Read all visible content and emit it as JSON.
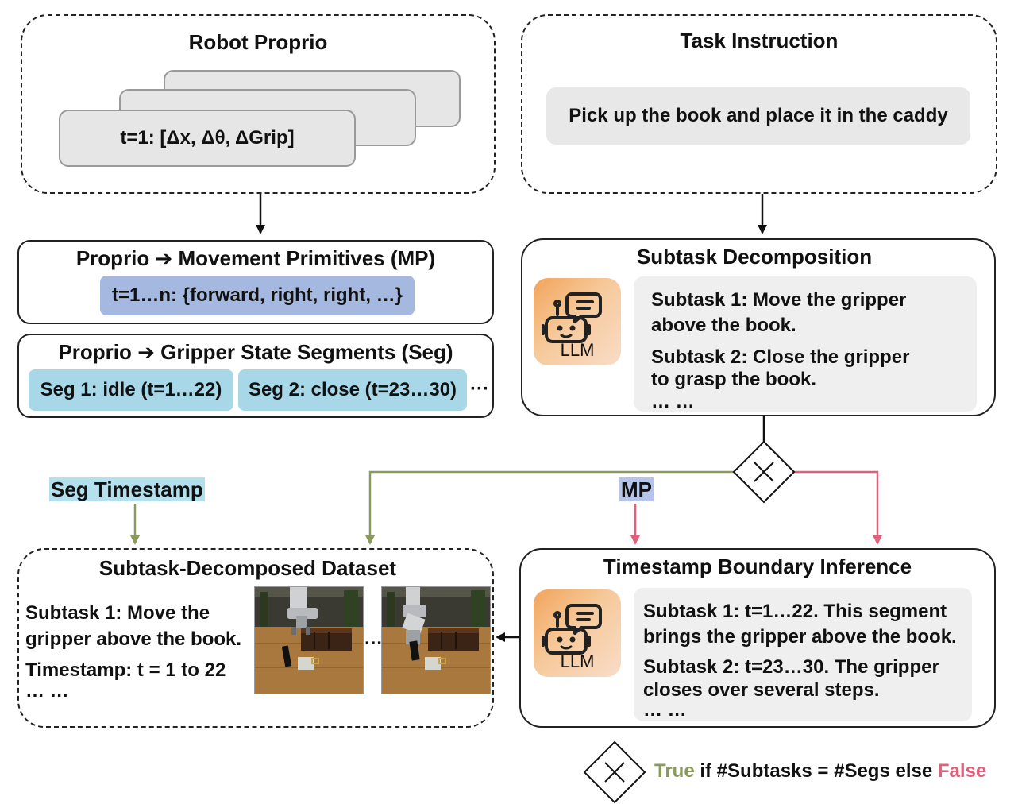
{
  "robot_proprio": {
    "title": "Robot Proprio",
    "card_text": "t=1: [Δx, Δθ, ΔGrip]"
  },
  "task_instruction": {
    "title": "Task Instruction",
    "text": "Pick up the book and place it in the caddy"
  },
  "mp_box": {
    "title": "Proprio ➔ Movement Primitives (MP)",
    "content": "t=1…n: {forward, right, right, …}"
  },
  "seg_box": {
    "title": "Proprio ➔ Gripper State Segments (Seg)",
    "seg1": "Seg 1: idle (t=1…22)",
    "seg2": "Seg 2: close (t=23…30)",
    "more": "···"
  },
  "subtask_decomp": {
    "title": "Subtask Decomposition",
    "llm_label": "LLM",
    "line1": "Subtask 1: Move the gripper",
    "line2": "above the book.",
    "line3": "Subtask 2: Close the gripper",
    "line4": "to grasp the book.",
    "line5": "… …"
  },
  "labels": {
    "seg_timestamp": "Seg Timestamp",
    "mp": "MP"
  },
  "dataset": {
    "title": "Subtask-Decomposed Dataset",
    "line1": "Subtask 1: Move the",
    "line2": "gripper above the book.",
    "line3": "Timestamp: t = 1 to 22",
    "line4": "… …",
    "frames_ellipsis": "…"
  },
  "boundary": {
    "title": "Timestamp Boundary Inference",
    "llm_label": "LLM",
    "line1": "Subtask 1: t=1…22. This segment",
    "line2": "brings the gripper above the book.",
    "line3": "Subtask 2: t=23…30. The gripper",
    "line4": "closes over several steps.",
    "line5": "… …"
  },
  "legend": {
    "true_word": "True",
    "middle": " if #Subtasks = #Segs else ",
    "false_word": "False"
  },
  "colors": {
    "green": "#8a9a5b",
    "red": "#e0607a",
    "mp_blue": "#a5b8e0",
    "seg_cyan": "#a8d8e8",
    "label_bg_seg": "#b3e0ec",
    "label_bg_mp": "#b6c4ea"
  }
}
